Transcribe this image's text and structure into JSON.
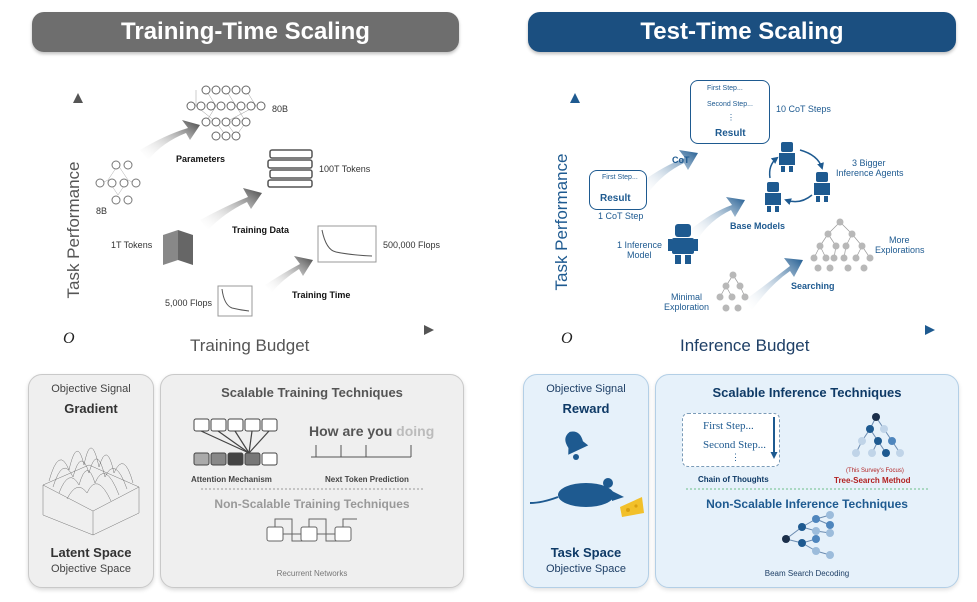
{
  "left": {
    "title": "Training-Time Scaling",
    "y_axis": "Task Performance",
    "x_axis": "Training Budget",
    "origin": "O",
    "labels": {
      "n80b": "80B",
      "parameters": "Parameters",
      "tokens100t": "100T Tokens",
      "n8b": "8B",
      "tokens1t": "1T Tokens",
      "training_data": "Training Data",
      "flops500k": "500,000 Flops",
      "flops5k": "5,000 Flops",
      "training_time": "Training Time"
    },
    "signal": {
      "objective_signal": "Objective Signal",
      "gradient": "Gradient",
      "latent_space": "Latent Space",
      "objective_space": "Objective Space"
    },
    "techniques": {
      "scalable_title": "Scalable Training Techniques",
      "attention": "Attention Mechanism",
      "next_token": "Next Token Prediction",
      "phrase_words": [
        "How",
        "are",
        "you",
        "doing"
      ],
      "non_scalable_title": "Non-Scalable Training Techniques",
      "recurrent": "Recurrent Networks"
    }
  },
  "right": {
    "title": "Test-Time Scaling",
    "y_axis": "Task Performance",
    "x_axis": "Inference Budget",
    "origin": "O",
    "labels": {
      "first_step": "First Step...",
      "second_step": "Second Step...",
      "dots": "⋮",
      "result": "Result",
      "cot_steps10": "10 CoT Steps",
      "cot": "CoT",
      "cot_step1": "1 CoT Step",
      "three_bigger": "3 Bigger",
      "inference_agents": "Inference Agents",
      "base_models": "Base Models",
      "one_inference": "1 Inference",
      "model": "Model",
      "more": "More",
      "explorations": "Explorations",
      "searching": "Searching",
      "minimal": "Minimal",
      "exploration": "Exploration"
    },
    "signal": {
      "objective_signal": "Objective Signal",
      "reward": "Reward",
      "task_space": "Task Space",
      "objective_space": "Objective Space"
    },
    "techniques": {
      "scalable_title": "Scalable Inference Techniques",
      "first_step": "First Step...",
      "second_step": "Second Step...",
      "dots": "⋮",
      "chain": "Chain of Thoughts",
      "survey_focus": "(This Survey's Focus)",
      "tree_search": "Tree-Search Method",
      "non_scalable_title": "Non-Scalable Inference Techniques",
      "beam": "Beam Search Decoding"
    }
  },
  "colors": {
    "grey_header": "#6e6e6e",
    "blue_header": "#1b4f80",
    "blue_accent": "#1e5a90",
    "red_label": "#b22222"
  }
}
